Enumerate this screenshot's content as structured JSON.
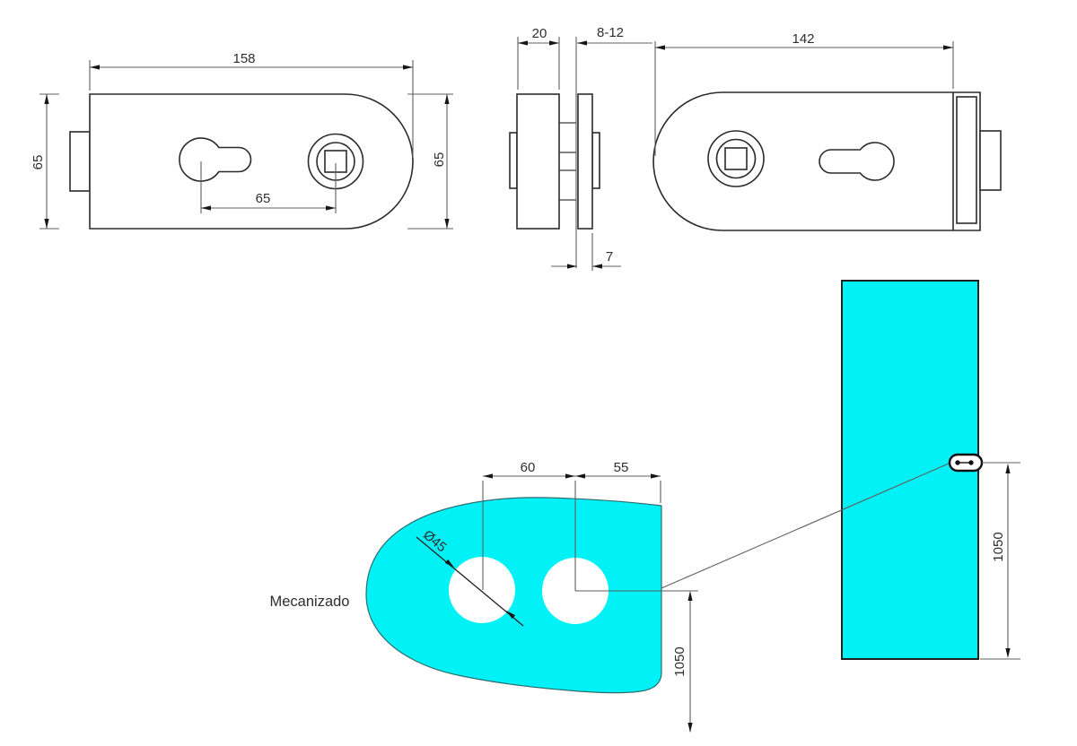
{
  "views": {
    "front": {
      "width": "158",
      "height_left": "65",
      "height_right": "65",
      "hole_spacing": "65"
    },
    "side": {
      "body_depth": "20",
      "glass_thickness": "8-12",
      "cover_depth": "7"
    },
    "back": {
      "width": "142"
    }
  },
  "machining": {
    "label": "Mecanizado",
    "hole_spacing": "60",
    "edge_distance": "55",
    "hole_diameter": "Ø45",
    "height_from_bottom": "1050"
  },
  "door": {
    "lock_height_from_bottom": "1050"
  },
  "colors": {
    "glass": "#00f2f6",
    "line": "#2b2b2b"
  }
}
